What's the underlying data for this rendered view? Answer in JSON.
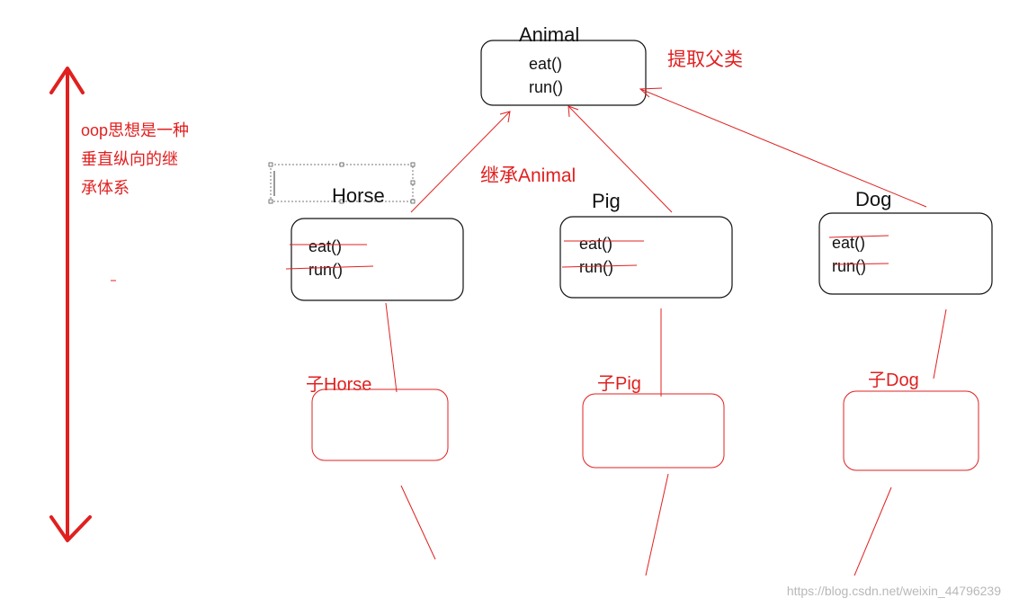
{
  "colors": {
    "ink": "#111111",
    "annotation": "#e02020",
    "watermark": "#b8b8b8"
  },
  "parent": {
    "name": "Animal",
    "methods": [
      "eat()",
      "run()"
    ]
  },
  "classes": [
    {
      "name": "Horse",
      "methods": [
        "eat()",
        "run()"
      ],
      "child_label": "子Horse"
    },
    {
      "name": "Pig",
      "methods": [
        "eat()",
        "run()"
      ],
      "child_label": "子Pig"
    },
    {
      "name": "Dog",
      "methods": [
        "eat()",
        "run()"
      ],
      "child_label": "子Dog"
    }
  ],
  "annotations": {
    "extract_parent": "提取父类",
    "inherit": "继承Animal",
    "oop_lines": [
      "oop思想是一种",
      "垂直纵向的继",
      "承体系"
    ]
  },
  "watermark": "https://blog.csdn.net/weixin_44796239"
}
